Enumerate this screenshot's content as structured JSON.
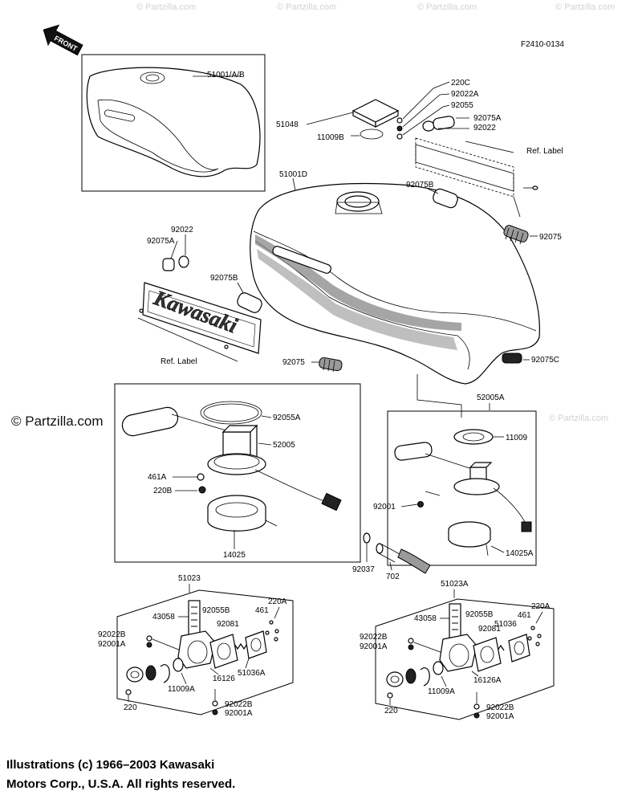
{
  "front_arrow_label": "FRONT",
  "figure_code": "F2410-0134",
  "watermark": "© Partzilla.com",
  "emblem_text": "Kawasaki",
  "labels": {
    "l51001AB": "51001/A/B",
    "l51001D": "51001D",
    "l51048": "51048",
    "l11009B": "11009B",
    "l220C": "220C",
    "l92022A": "92022A",
    "l92055": "92055",
    "l92075A_top": "92075A",
    "l92022_top": "92022",
    "ref_label_top": "Ref. Label",
    "l92075B_top": "92075B",
    "l92075_right": "92075",
    "l92022_left": "92022",
    "l92075A_left": "92075A",
    "l92075B_left": "92075B",
    "ref_label_left": "Ref. Label",
    "l92075_bottom": "92075",
    "l92075C": "92075C",
    "l92055A": "92055A",
    "l52005": "52005",
    "l461A": "461A",
    "l220B": "220B",
    "l14025": "14025",
    "l52005A": "52005A",
    "l11009": "11009",
    "l92001": "92001",
    "l14025A": "14025A",
    "l92037": "92037",
    "l702": "702",
    "l51023": "51023",
    "l43058_l": "43058",
    "l92055B_l": "92055B",
    "l461_l": "461",
    "l220A_l": "220A",
    "l92022B_l1": "92022B",
    "l92001A_l1": "92001A",
    "l92081_l": "92081",
    "l51036A_l": "51036A",
    "l16126_l": "16126",
    "l11009A_l": "11009A",
    "l220_l": "220",
    "l92022B_l2": "92022B",
    "l92001A_l2": "92001A",
    "l51023A": "51023A",
    "l43058_r": "43058",
    "l92055B_r": "92055B",
    "l461_r": "461",
    "l220A_r": "220A",
    "l51036_r": "51036",
    "l92022B_r1": "92022B",
    "l92001A_r1": "92001A",
    "l92081_r": "92081",
    "l16126A_r": "16126A",
    "l11009A_r": "11009A",
    "l220_r": "220",
    "l92022B_r2": "92022B",
    "l92001A_r2": "92001A"
  },
  "copyright": {
    "line1": "Illustrations (c) 1966–2003 Kawasaki",
    "line2": "Motors Corp., U.S.A.  All rights reserved."
  }
}
